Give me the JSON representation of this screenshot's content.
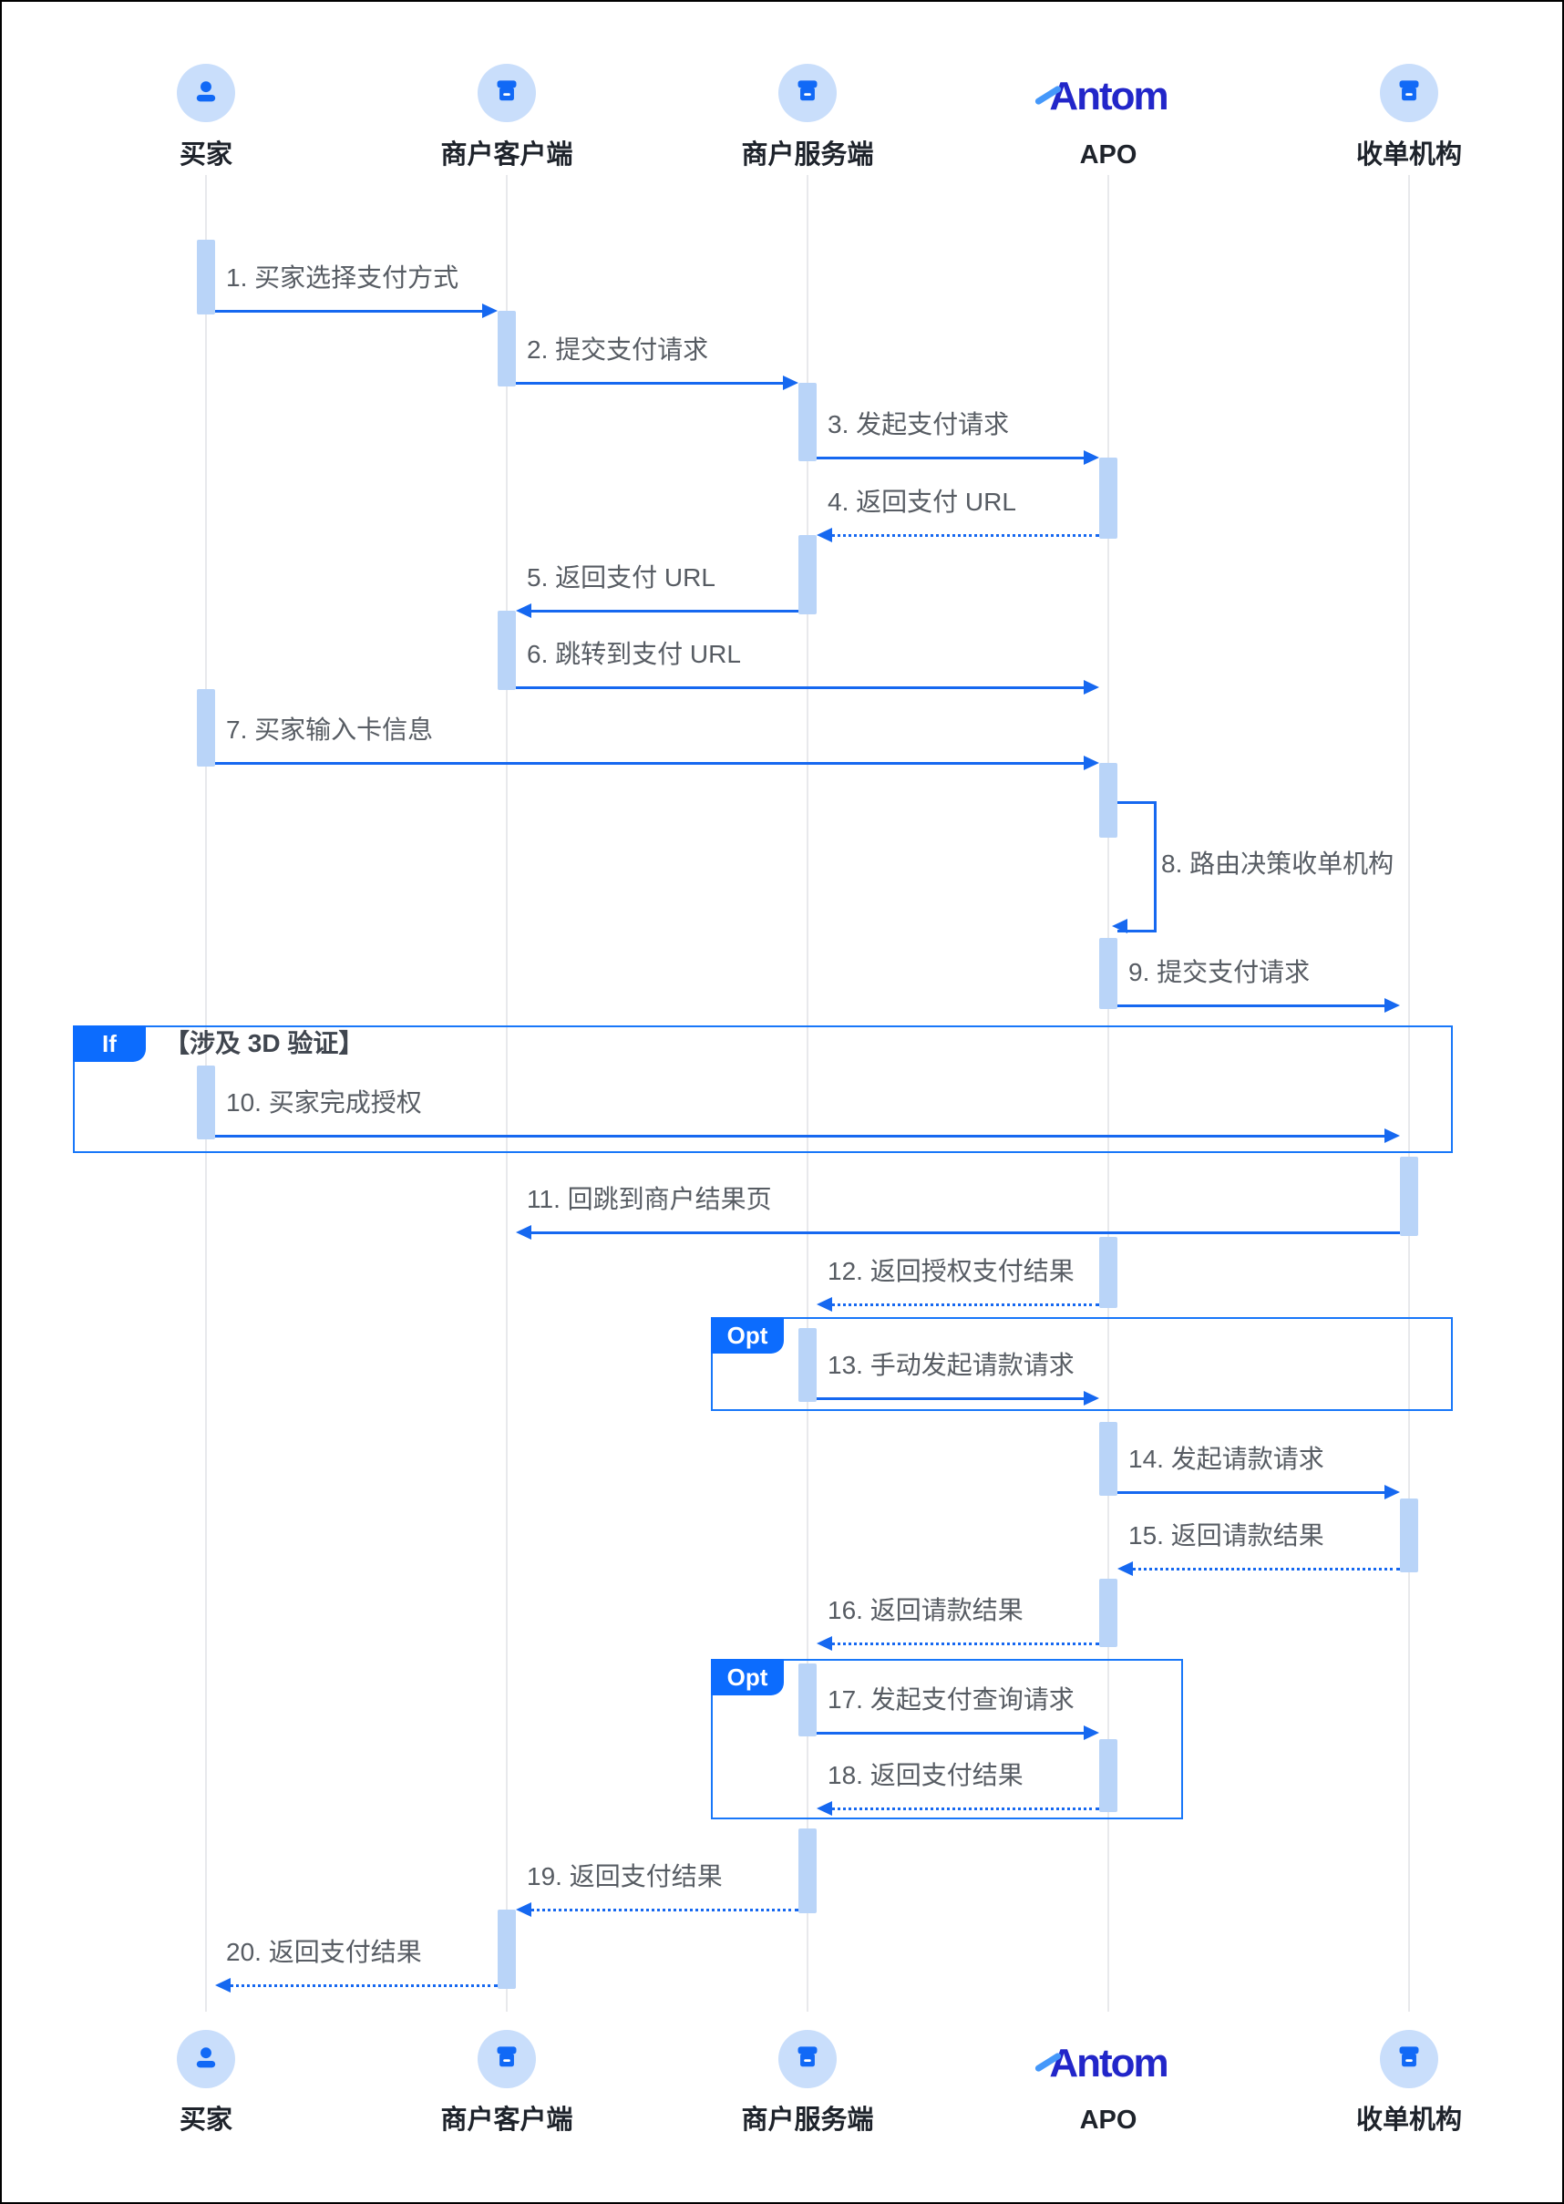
{
  "diagram_title": "",
  "colors": {
    "arrow": "#1668f0",
    "activation_bar": "#b9d4f8",
    "lifeline": "#e8e9ec",
    "frame_border": "#1877f9",
    "badge_background": "#0c6cfe",
    "badge_text": "#ffffff",
    "message_text": "#575c63",
    "actor_text": "#1e232b",
    "icon_circle": "#c9defb",
    "icon_glyph": "#1169f6",
    "logo_main": "#2226c9",
    "logo_accent": "#4598fa"
  },
  "actors": [
    {
      "id": "buyer",
      "label": "买家",
      "icon": "person-icon"
    },
    {
      "id": "merchant-client",
      "label": "商户客户端",
      "icon": "storefront-icon"
    },
    {
      "id": "merchant-server",
      "label": "商户服务端",
      "icon": "storefront-icon"
    },
    {
      "id": "apo",
      "label": "APO",
      "icon": "antom-logo",
      "logo_text": "Antom"
    },
    {
      "id": "acquirer",
      "label": "收单机构",
      "icon": "storefront-icon"
    }
  ],
  "frames": [
    {
      "badge": "If",
      "condition": "【涉及 3D 验证】"
    },
    {
      "badge": "Opt",
      "condition": ""
    },
    {
      "badge": "Opt",
      "condition": ""
    }
  ],
  "messages": [
    {
      "label": "1. 买家选择支付方式",
      "from": "买家",
      "to": "商户客户端",
      "line": "solid"
    },
    {
      "label": "2. 提交支付请求",
      "from": "商户客户端",
      "to": "商户服务端",
      "line": "solid"
    },
    {
      "label": "3. 发起支付请求",
      "from": "商户服务端",
      "to": "APO",
      "line": "solid"
    },
    {
      "label": "4. 返回支付 URL",
      "from": "APO",
      "to": "商户服务端",
      "line": "dashed"
    },
    {
      "label": "5. 返回支付 URL",
      "from": "商户服务端",
      "to": "商户客户端",
      "line": "solid"
    },
    {
      "label": "6. 跳转到支付 URL",
      "from": "商户客户端",
      "to": "APO",
      "line": "solid"
    },
    {
      "label": "7. 买家输入卡信息",
      "from": "买家",
      "to": "APO",
      "line": "solid"
    },
    {
      "label": "8. 路由决策收单机构",
      "from": "APO",
      "to": "APO",
      "line": "self"
    },
    {
      "label": "9. 提交支付请求",
      "from": "APO",
      "to": "收单机构",
      "line": "solid"
    },
    {
      "label": "10. 买家完成授权",
      "from": "买家",
      "to": "收单机构",
      "line": "solid"
    },
    {
      "label": "11. 回跳到商户结果页",
      "from": "收单机构",
      "to": "商户客户端",
      "line": "solid"
    },
    {
      "label": "12. 返回授权支付结果",
      "from": "APO",
      "to": "商户服务端",
      "line": "dashed"
    },
    {
      "label": "13. 手动发起请款请求",
      "from": "商户服务端",
      "to": "APO",
      "line": "solid"
    },
    {
      "label": "14. 发起请款请求",
      "from": "APO",
      "to": "收单机构",
      "line": "solid"
    },
    {
      "label": "15. 返回请款结果",
      "from": "收单机构",
      "to": "APO",
      "line": "dashed"
    },
    {
      "label": "16. 返回请款结果",
      "from": "APO",
      "to": "商户服务端",
      "line": "dashed"
    },
    {
      "label": "17. 发起支付查询请求",
      "from": "商户服务端",
      "to": "APO",
      "line": "solid"
    },
    {
      "label": "18. 返回支付结果",
      "from": "APO",
      "to": "商户服务端",
      "line": "dashed"
    },
    {
      "label": "19. 返回支付结果",
      "from": "商户服务端",
      "to": "商户客户端",
      "line": "dashed"
    },
    {
      "label": "20. 返回支付结果",
      "from": "商户客户端",
      "to": "买家",
      "line": "dashed"
    }
  ]
}
